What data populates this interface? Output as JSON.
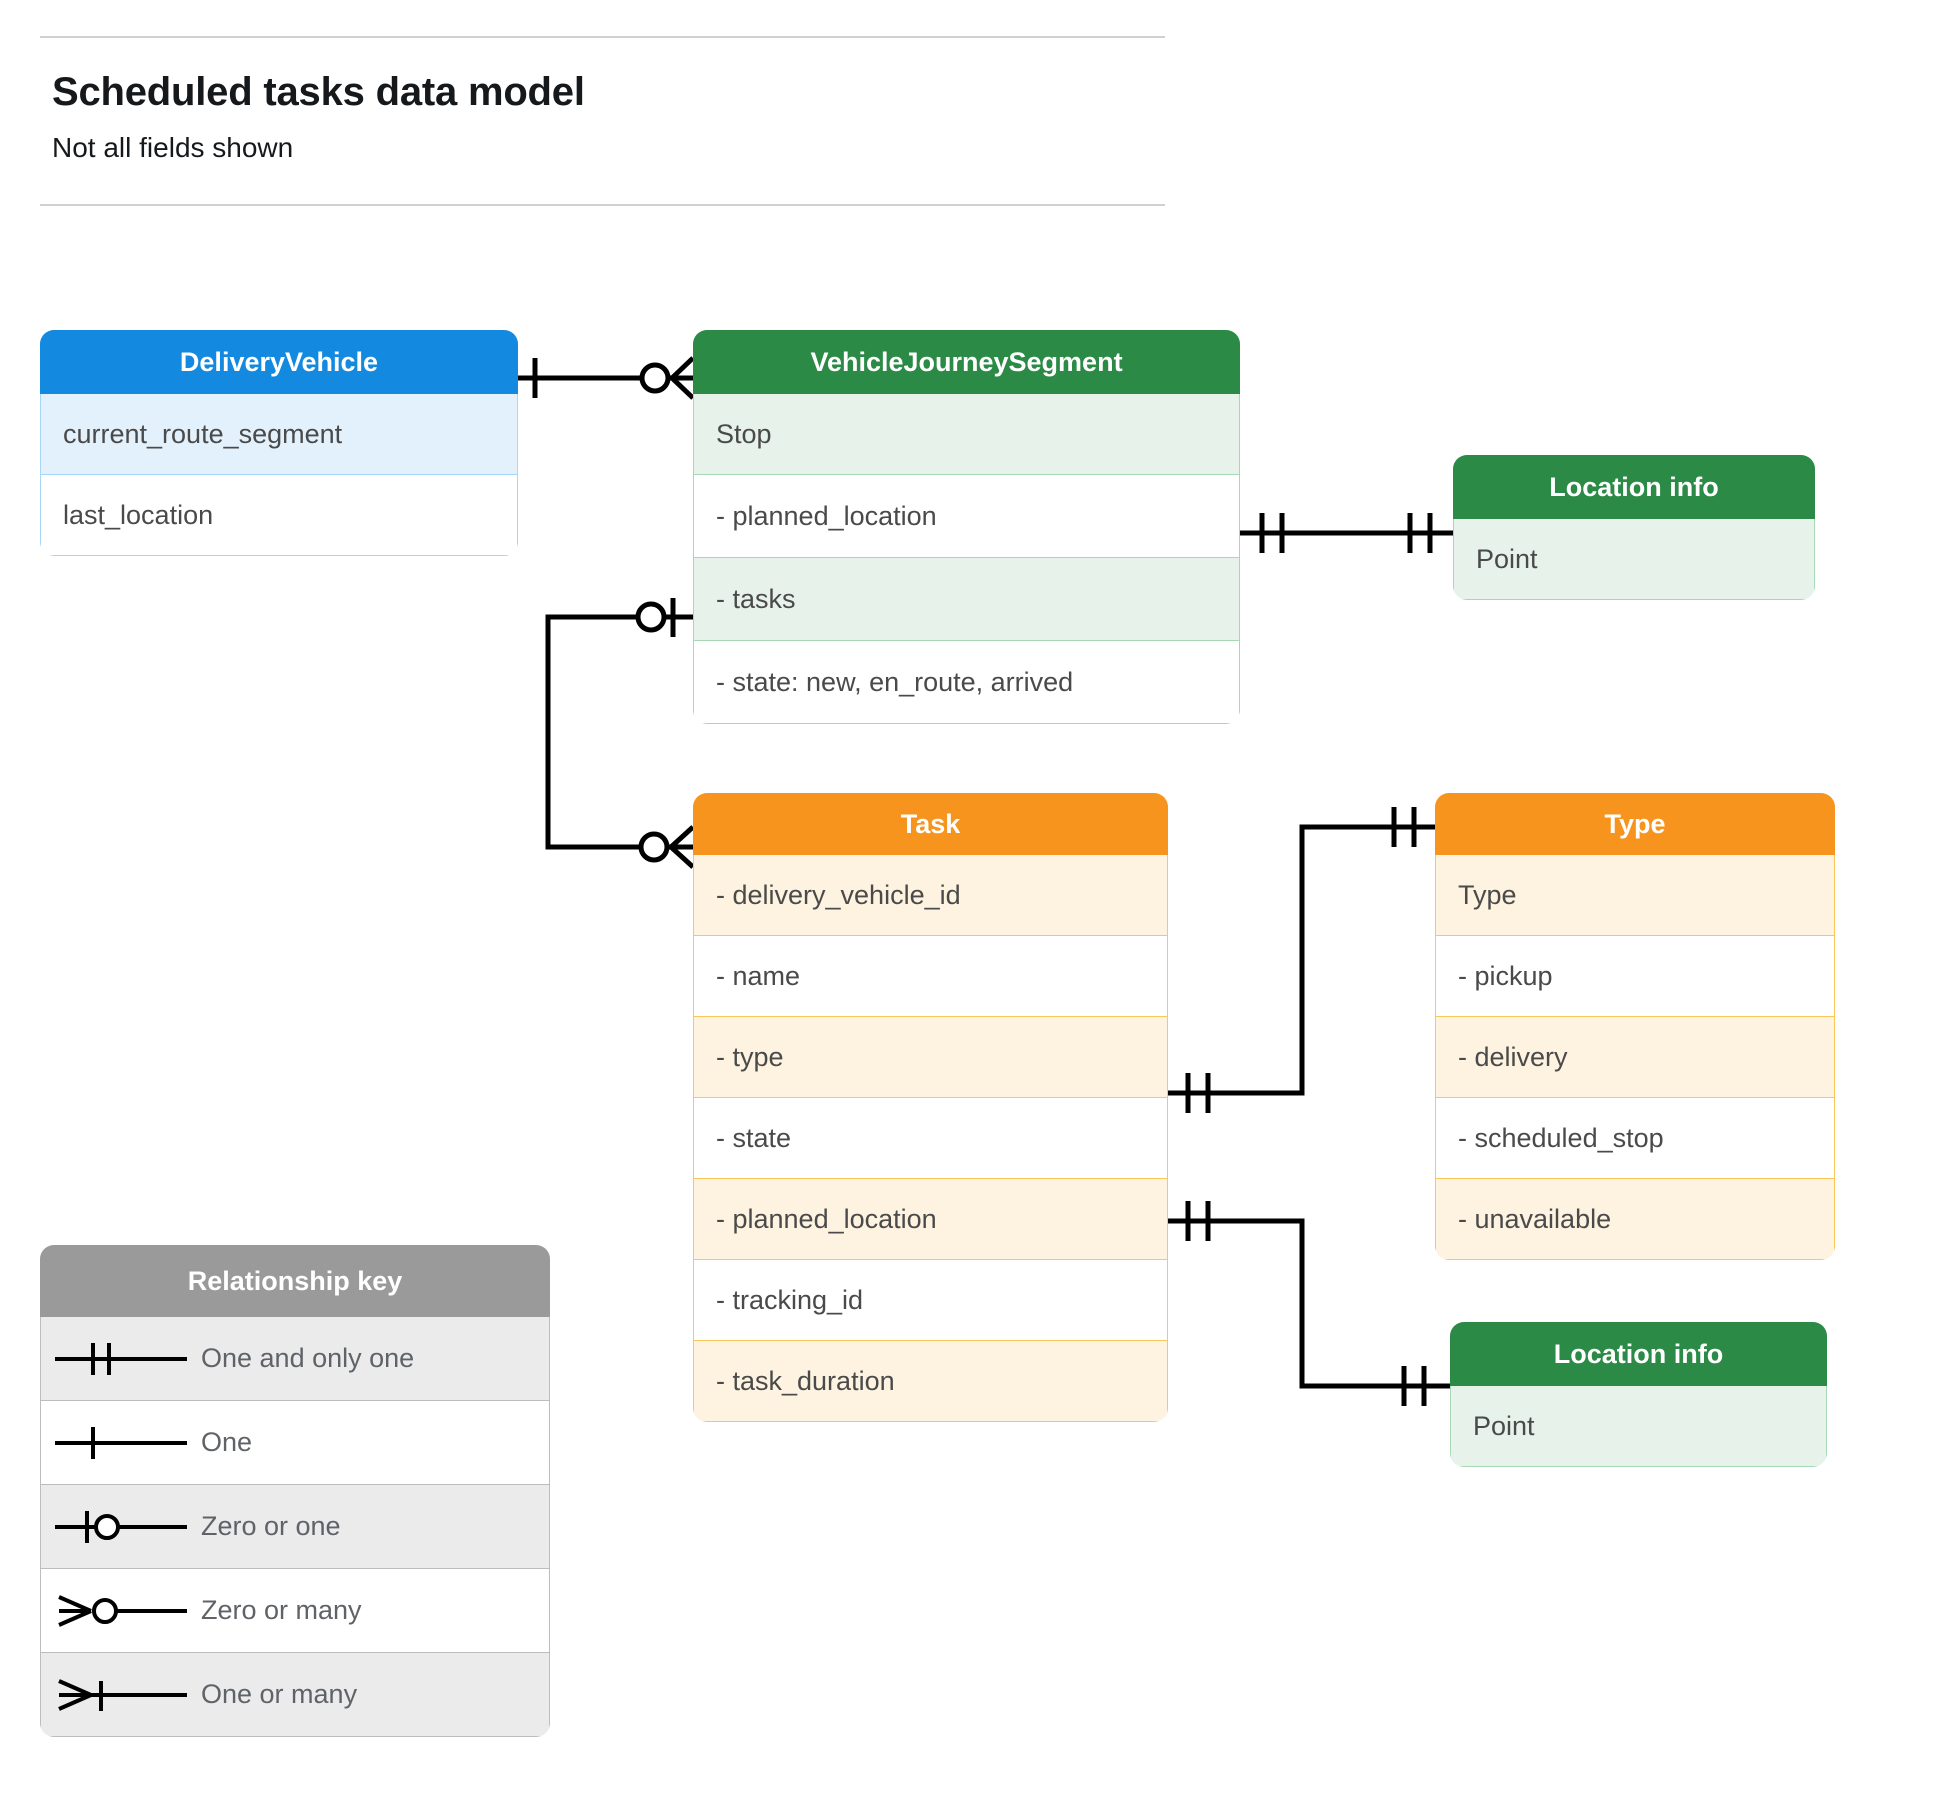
{
  "header": {
    "title": "Scheduled tasks data model",
    "subtitle": "Not all fields shown"
  },
  "colors": {
    "blue_header": "#1389e0",
    "blue_row_alt": "#e3f1fd",
    "blue_border": "#a8d6f7",
    "green_header": "#2b8a45",
    "green_row_alt": "#e7f3ea",
    "green_border": "#a7d7b4",
    "orange_header": "#f7941d",
    "orange_row_alt": "#fdf3e0",
    "orange_border": "#fac758",
    "grey_header": "#9a9a9a",
    "grey_row_alt": "#ebebeb",
    "line": "#000000",
    "text": "#4a4a4a"
  },
  "entities": {
    "delivery_vehicle": {
      "title": "DeliveryVehicle",
      "rows": [
        "current_route_segment",
        "last_location"
      ]
    },
    "vehicle_journey_segment": {
      "title": "VehicleJourneySegment",
      "rows": [
        "Stop",
        "-  planned_location",
        "- tasks",
        "- state: new, en_route, arrived"
      ]
    },
    "location_info_top": {
      "title": "Location info",
      "rows": [
        "Point"
      ]
    },
    "task": {
      "title": "Task",
      "rows": [
        "- delivery_vehicle_id",
        "- name",
        "- type",
        "- state",
        "- planned_location",
        "- tracking_id",
        "- task_duration"
      ]
    },
    "type": {
      "title": "Type",
      "rows": [
        "Type",
        "-  pickup",
        "-  delivery",
        "-  scheduled_stop",
        "-  unavailable"
      ]
    },
    "location_info_bottom": {
      "title": "Location info",
      "rows": [
        "Point"
      ]
    }
  },
  "legend": {
    "title": "Relationship key",
    "items": [
      {
        "label": "One and only one",
        "symbol": "one-and-only-one"
      },
      {
        "label": "One",
        "symbol": "one"
      },
      {
        "label": "Zero or one",
        "symbol": "zero-or-one"
      },
      {
        "label": "Zero or many",
        "symbol": "zero-or-many"
      },
      {
        "label": "One or many",
        "symbol": "one-or-many"
      }
    ]
  },
  "relationships": [
    {
      "name": "deliveryvehicle-to-vehiclejourneysegment",
      "from": "DeliveryVehicle",
      "to": "VehicleJourneySegment",
      "from_cardinality": "one",
      "to_cardinality": "zero-or-many"
    },
    {
      "name": "vehiclejourneysegment-plannedlocation-to-locationinfo",
      "from": "VehicleJourneySegment.planned_location",
      "to": "Location info",
      "from_cardinality": "one-and-only-one",
      "to_cardinality": "one-and-only-one"
    },
    {
      "name": "vehiclejourneysegment-tasks-to-task",
      "from": "VehicleJourneySegment.tasks",
      "to": "Task",
      "from_cardinality": "zero-or-one",
      "to_cardinality": "zero-or-many"
    },
    {
      "name": "task-type-to-type",
      "from": "Task.type",
      "to": "Type",
      "from_cardinality": "one-and-only-one",
      "to_cardinality": "one-and-only-one"
    },
    {
      "name": "task-plannedlocation-to-locationinfo",
      "from": "Task.planned_location",
      "to": "Location info",
      "from_cardinality": "one-and-only-one",
      "to_cardinality": "one-and-only-one"
    }
  ]
}
